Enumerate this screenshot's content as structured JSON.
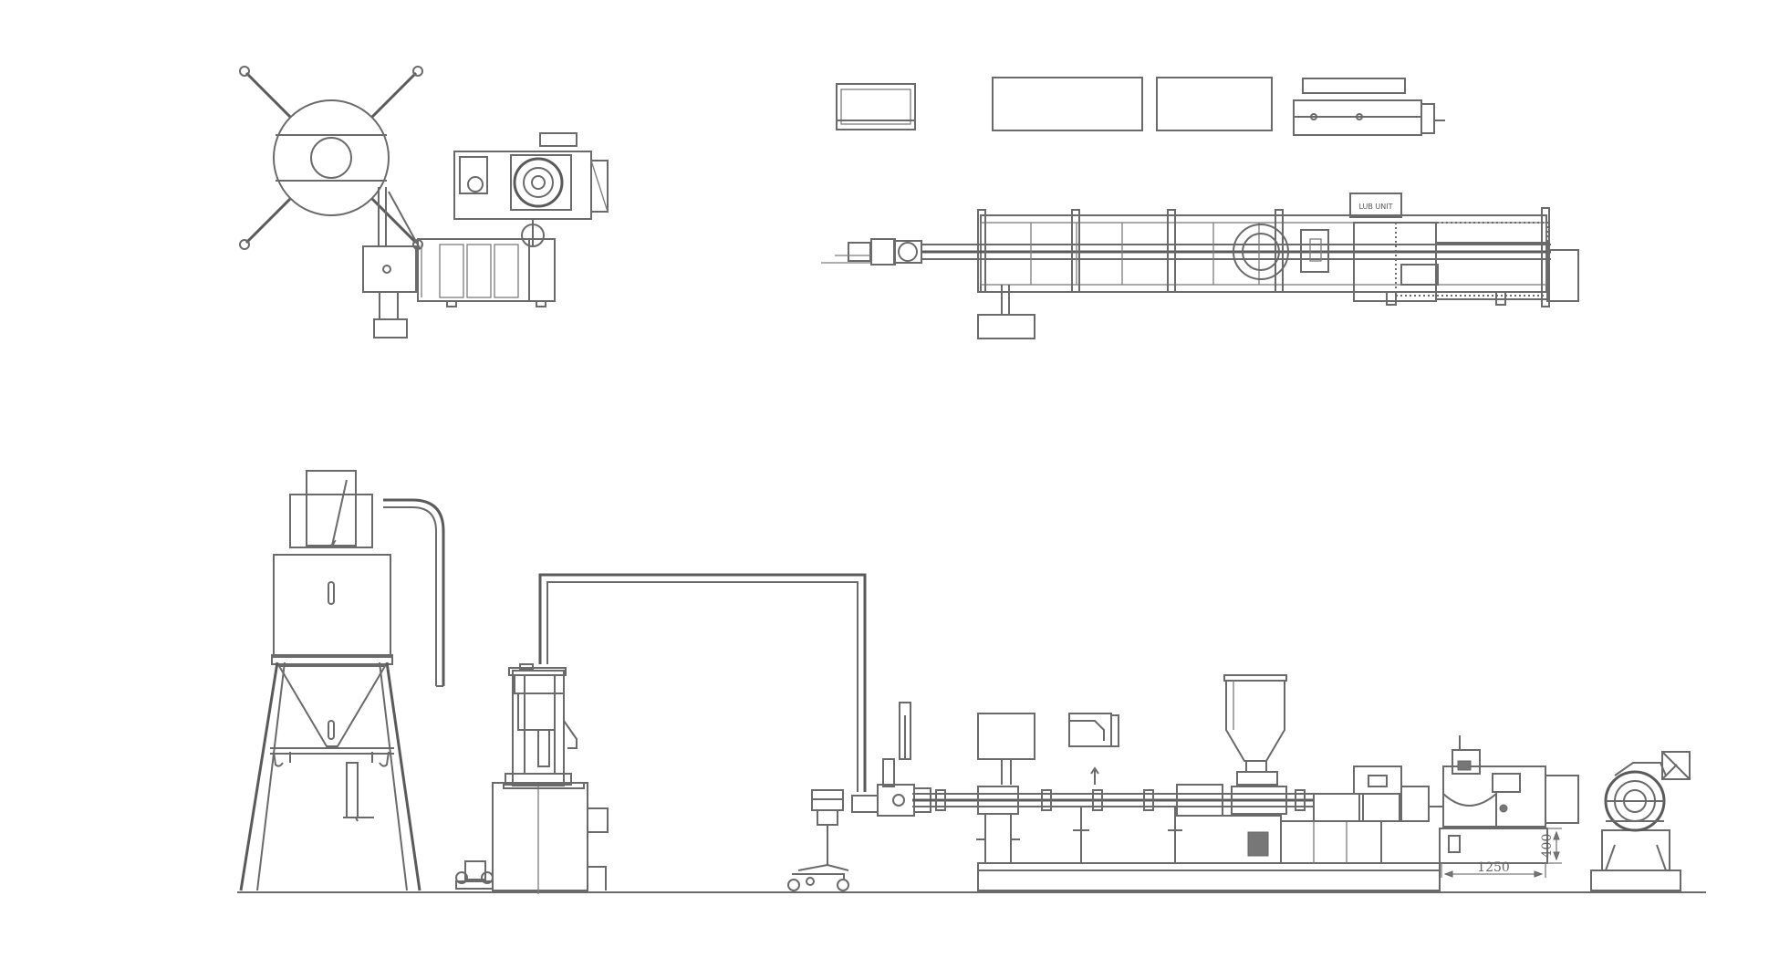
{
  "labels": {
    "lub_unit": "LUB UNIT",
    "dim_length": "1250",
    "dim_height": "400"
  },
  "colors": {
    "line": "#6a6a6a",
    "background": "#ffffff"
  }
}
